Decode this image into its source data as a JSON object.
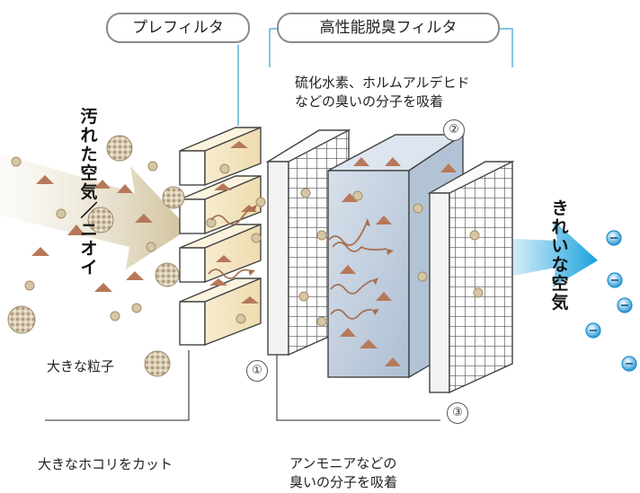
{
  "header": {
    "prefilter_label": "プレフィルタ",
    "hepa_label": "高性能脱臭フィルタ"
  },
  "annotations": {
    "hydrogen_sulfide_line1": "硫化水素、ホルムアルデヒド",
    "hydrogen_sulfide_line2": "などの臭いの分子を吸着",
    "dirty_air": "汚れた空気／ニオイ",
    "clean_air": "きれいな空気",
    "large_particles": "大きな粒子",
    "cut_dust": "大きなホコリをカット",
    "ammonia_line1": "アンモニアなどの",
    "ammonia_line2": "臭いの分子を吸着"
  },
  "markers": {
    "one": "①",
    "two": "②",
    "three": "③"
  },
  "colors": {
    "dirty_arrow": "#d9cfb4",
    "clean_arrow": "#2aa8e0",
    "prefilter_face": "#f4e6c4",
    "hepa_block": "#c9d5e3",
    "callout_line": "#5fb3d9",
    "molecule": "#b7785a"
  }
}
